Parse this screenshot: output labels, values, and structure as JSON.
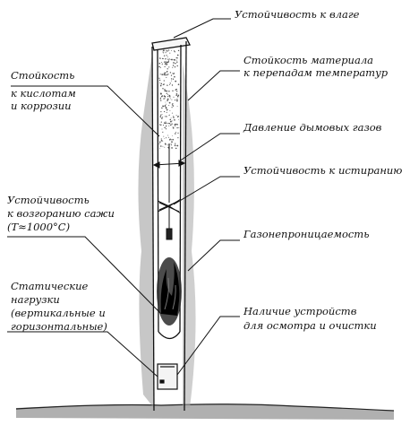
{
  "labels": {
    "moisture": "Устойчивость к влаге",
    "temp_line1": "Стойкость материала",
    "temp_line2": "к перепадам температур",
    "acid_line1": "Стойкость",
    "acid_line2": "к кислотам",
    "acid_line3": "и коррозии",
    "gas_pressure": "Давление дымовых газов",
    "abrasion": "Устойчивость к истиранию",
    "soot_line1": "Устойчивость",
    "soot_line2": "к возгоранию сажи",
    "soot_line3": "(T≈1000°C)",
    "gas_tight": "Газонепроницаемость",
    "static_line1": "Статические",
    "static_line2": "нагрузки",
    "static_line3": "(вертикальные и",
    "static_line4": "горизонтальные)",
    "cleaning_line1": "Наличие  устройств",
    "cleaning_line2": "для осмотра и очистки"
  },
  "colors": {
    "ink": "#111111",
    "shading": "#8a8a8a",
    "fire": "#1a1a1a"
  }
}
